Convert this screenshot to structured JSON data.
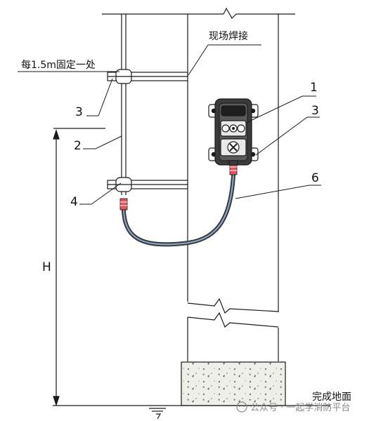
{
  "labels": {
    "site_welding": "现场焊接",
    "fix_interval": "每1.5m固定一处",
    "finished_ground": "完成地面",
    "height": "H"
  },
  "callouts": [
    {
      "number": "1"
    },
    {
      "number": "3"
    },
    {
      "number": "3"
    },
    {
      "number": "6"
    },
    {
      "number": "2"
    },
    {
      "number": "4"
    }
  ],
  "watermark": "公众号 · 一起学消防平台",
  "colors": {
    "line": "#1a1a1a",
    "hose": "#2f3a4a",
    "joint": "#e8505b",
    "concrete": "#efefe9"
  }
}
